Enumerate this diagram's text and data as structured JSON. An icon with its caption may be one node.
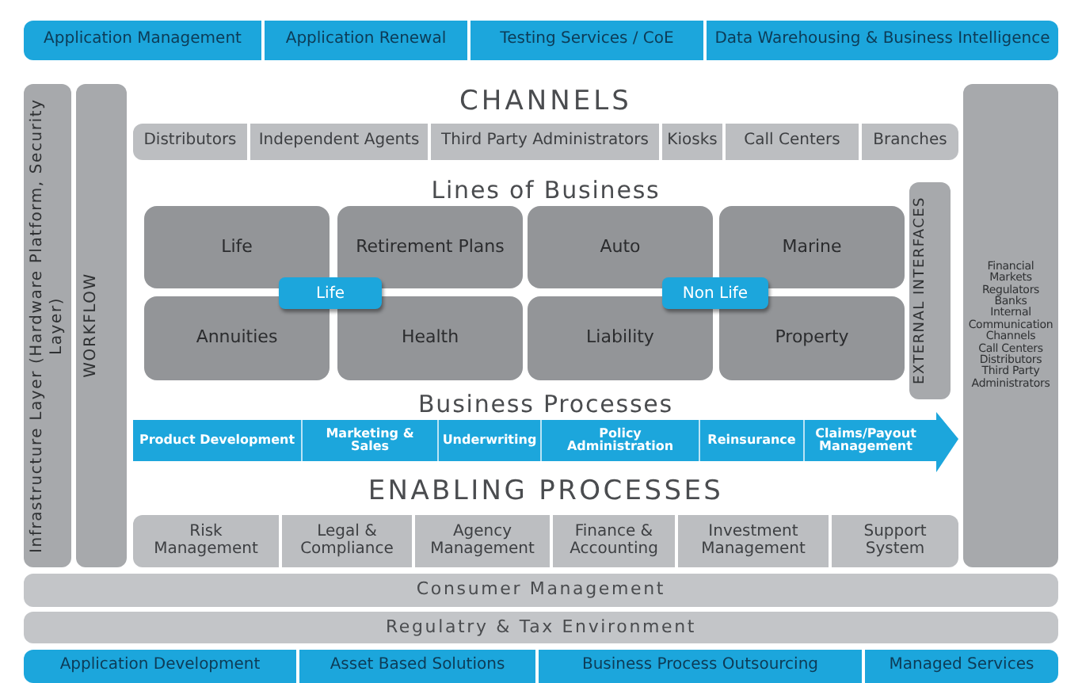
{
  "diagram": {
    "nodes": [
      {
        "text": [
          "Application Management"
        ]
      },
      {
        "text": [
          "Application Renewal"
        ]
      },
      {
        "text": [
          "Testing Services / CoE"
        ]
      },
      {
        "text": [
          "Data Warehousing & Business Intelligence"
        ]
      },
      {
        "text": [
          "Infrastructure Layer (Hardware Platform, Security Layer)"
        ]
      },
      {
        "text": [
          "WORKFLOW"
        ]
      },
      {
        "text": [
          "Distributors"
        ]
      },
      {
        "text": [
          "Independent Agents"
        ]
      },
      {
        "text": [
          "Third Party Administrators"
        ]
      },
      {
        "text": [
          "Kiosks"
        ]
      },
      {
        "text": [
          "Call Centers"
        ]
      },
      {
        "text": [
          "Branches"
        ]
      },
      {
        "text": [
          "Financial Markets",
          "Regulators",
          "Banks",
          "Internal Communication Channels",
          "Call Centers",
          "Distributors",
          "Third Party Administrators"
        ]
      },
      {
        "text": [
          "Life"
        ]
      },
      {
        "text": [
          "Retirement Plans"
        ]
      },
      {
        "text": [
          "Auto"
        ]
      },
      {
        "text": [
          "Marine"
        ]
      },
      {
        "text": [
          "Annuities"
        ]
      },
      {
        "text": [
          "Health"
        ]
      },
      {
        "text": [
          "Liability"
        ]
      },
      {
        "text": [
          "Property"
        ]
      },
      {
        "text": [
          "Life"
        ]
      },
      {
        "text": [
          "Non Life"
        ]
      },
      {
        "text": [
          "EXTERNAL INTERFACES"
        ]
      },
      {
        "text": [],
        "shape": "arrow"
      },
      {
        "text": [
          "Product Development"
        ],
        "in": 24
      },
      {
        "text": [
          "Marketing & Sales"
        ],
        "in": 24
      },
      {
        "text": [
          "Underwriting"
        ],
        "in": 24
      },
      {
        "text": [
          "Policy Administration"
        ],
        "in": 24
      },
      {
        "text": [
          "Reinsurance"
        ],
        "in": 24
      },
      {
        "text": [
          "Claims/Payout Management"
        ],
        "in": 24
      },
      {
        "text": [
          "Risk Management"
        ]
      },
      {
        "text": [
          "Legal & Compliance"
        ]
      },
      {
        "text": [
          "Agency Management"
        ]
      },
      {
        "text": [
          "Finance & Accounting"
        ]
      },
      {
        "text": [
          "Investment Management"
        ]
      },
      {
        "text": [
          "Support System"
        ]
      },
      {
        "text": [
          "Consumer Management"
        ]
      },
      {
        "text": [
          "Regulatry & Tax Environment"
        ]
      },
      {
        "text": [
          "Application Development"
        ]
      },
      {
        "text": [
          "Asset Based Solutions"
        ]
      },
      {
        "text": [
          "Business Process Outsourcing"
        ]
      },
      {
        "text": [
          "Managed Services"
        ]
      }
    ],
    "labels": [
      "CHANNELS",
      "Lines of Business",
      "Business Processes",
      "ENABLING PROCESSES"
    ]
  }
}
